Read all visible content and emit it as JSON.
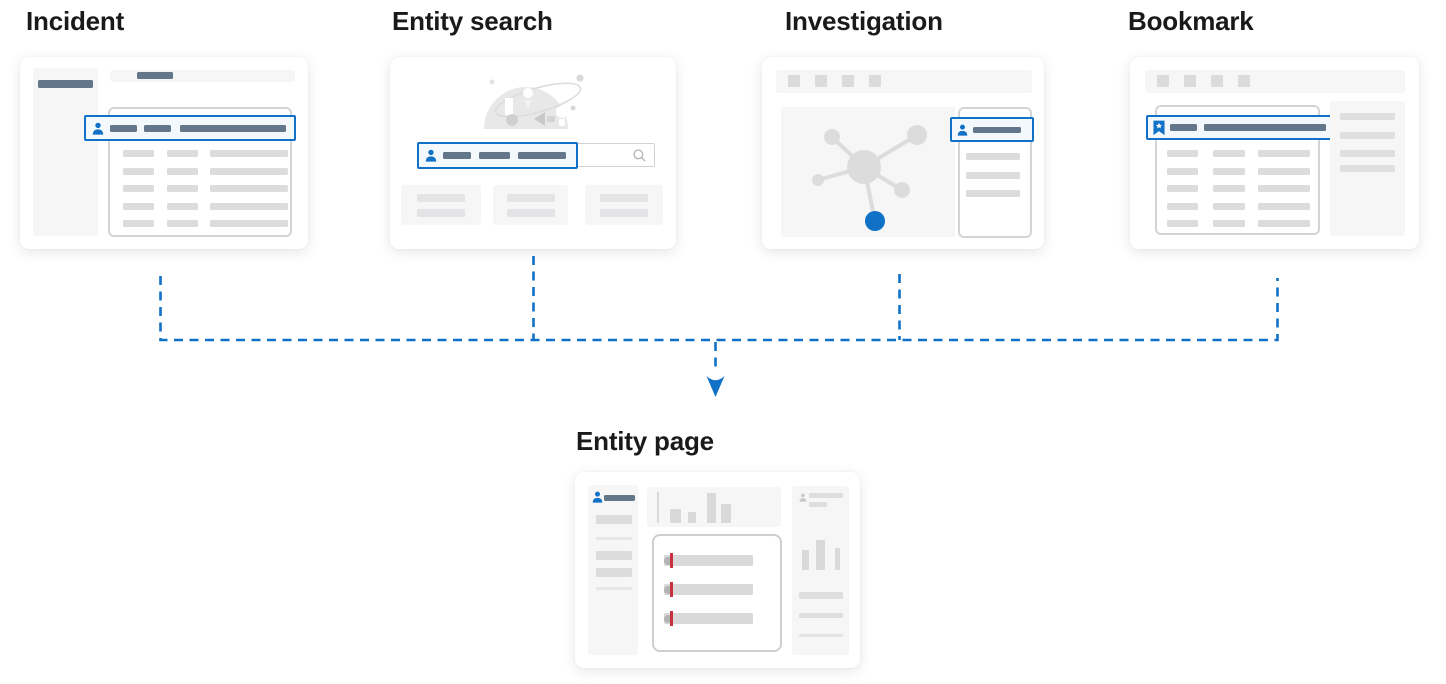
{
  "entry_points": [
    {
      "key": "incident",
      "title": "Incident",
      "highlight_icon": "person-icon"
    },
    {
      "key": "entity_search",
      "title": "Entity search",
      "highlight_icon": "person-icon",
      "search_icon": "search-icon"
    },
    {
      "key": "investigation",
      "title": "Investigation",
      "highlight_icon": "person-icon"
    },
    {
      "key": "bookmark",
      "title": "Bookmark",
      "highlight_icon": "bookmark-icon"
    }
  ],
  "target": {
    "key": "entity_page",
    "title": "Entity page",
    "icons": [
      "person-icon"
    ]
  },
  "connector": {
    "style": "dashed",
    "color": "#1071c6",
    "arrow": "down-arrow-icon",
    "direction": "sources-to-target"
  },
  "colors": {
    "accent_blue": "#1071c6",
    "slate_bar": "#64778a",
    "alert_red": "#c5313c",
    "highlight_fill": "#f3f8fd",
    "panel_gray": "#f6f6f7",
    "bar_gray": "#dcdcdc",
    "border_gray": "#d4d4d6",
    "card_white": "#ffffff"
  }
}
